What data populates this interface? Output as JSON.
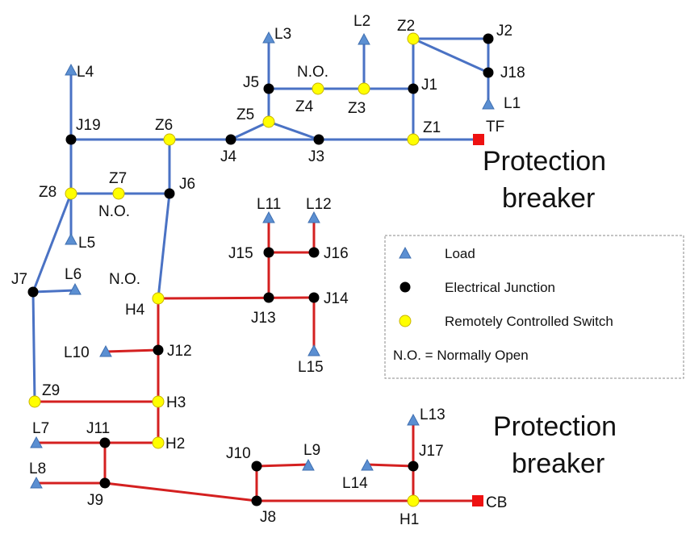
{
  "colors": {
    "blue_line": "#4a72c4",
    "red_line": "#d42020",
    "junction": "#000000",
    "switch": "#ffff00",
    "load": "#5b8fd2",
    "terminal": "#ee1111"
  },
  "texts": {
    "protection_top_1": "Protection",
    "protection_top_2": "breaker",
    "protection_bottom_1": "Protection",
    "protection_bottom_2": "breaker",
    "no_top": "N.O.",
    "no_z7": "N.O.",
    "no_h4": "N.O."
  },
  "legend": {
    "load": "Load",
    "junction": "Electrical Junction",
    "switch": "Remotely Controlled Switch",
    "note": "N.O. = Normally Open"
  },
  "nodes": {
    "J1": "J1",
    "J2": "J2",
    "J3": "J3",
    "J4": "J4",
    "J5": "J5",
    "J6": "J6",
    "J7": "J7",
    "J8": "J8",
    "J9": "J9",
    "J10": "J10",
    "J11": "J11",
    "J12": "J12",
    "J13": "J13",
    "J14": "J14",
    "J15": "J15",
    "J16": "J16",
    "J17": "J17",
    "J18": "J18",
    "J19": "J19",
    "Z1": "Z1",
    "Z2": "Z2",
    "Z3": "Z3",
    "Z4": "Z4",
    "Z5": "Z5",
    "Z6": "Z6",
    "Z7": "Z7",
    "Z8": "Z8",
    "Z9": "Z9",
    "H1": "H1",
    "H2": "H2",
    "H3": "H3",
    "H4": "H4",
    "TF": "TF",
    "CB": "CB"
  },
  "loads": {
    "L1": "L1",
    "L2": "L2",
    "L3": "L3",
    "L4": "L4",
    "L5": "L5",
    "L6": "L6",
    "L7": "L7",
    "L8": "L8",
    "L9": "L9",
    "L10": "L10",
    "L11": "L11",
    "L12": "L12",
    "L13": "L13",
    "L14": "L14",
    "L15": "L15"
  }
}
